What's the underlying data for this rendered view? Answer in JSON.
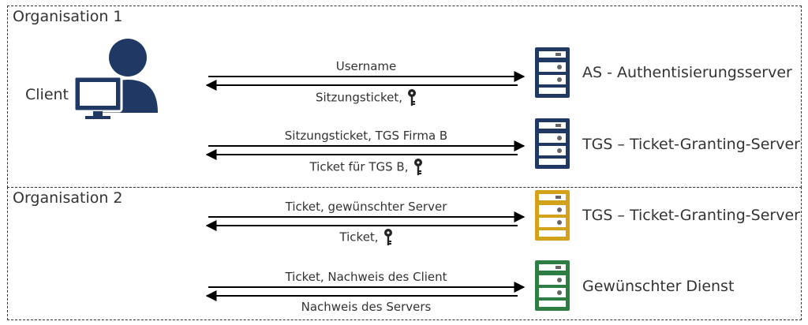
{
  "organisations": [
    {
      "title": "Organisation 1"
    },
    {
      "title": "Organisation 2"
    }
  ],
  "client": {
    "label": "Client",
    "icon": "user-computer-icon",
    "color": "#1f3864"
  },
  "servers": [
    {
      "label": "AS - Authentisierungsserver",
      "color": "#1f3864",
      "icon": "server-icon"
    },
    {
      "label": "TGS – Ticket-Granting-Server",
      "color": "#1f3864",
      "icon": "server-icon"
    },
    {
      "label": "TGS – Ticket-Granting-Server",
      "color": "#d4a21a",
      "icon": "server-icon"
    },
    {
      "label": "Gewünschter Dienst",
      "color": "#2e7d42",
      "icon": "server-icon"
    }
  ],
  "exchanges": [
    {
      "request": "Username",
      "response": "Sitzungsticket,",
      "response_has_key": true
    },
    {
      "request": "Sitzungsticket, TGS Firma B",
      "response": "Ticket für TGS B,",
      "response_has_key": true
    },
    {
      "request": "Ticket, gewünschter Server",
      "response": "Ticket,",
      "response_has_key": true
    },
    {
      "request": "Ticket, Nachweis des Client",
      "response": "Nachweis des Servers",
      "response_has_key": false
    }
  ]
}
